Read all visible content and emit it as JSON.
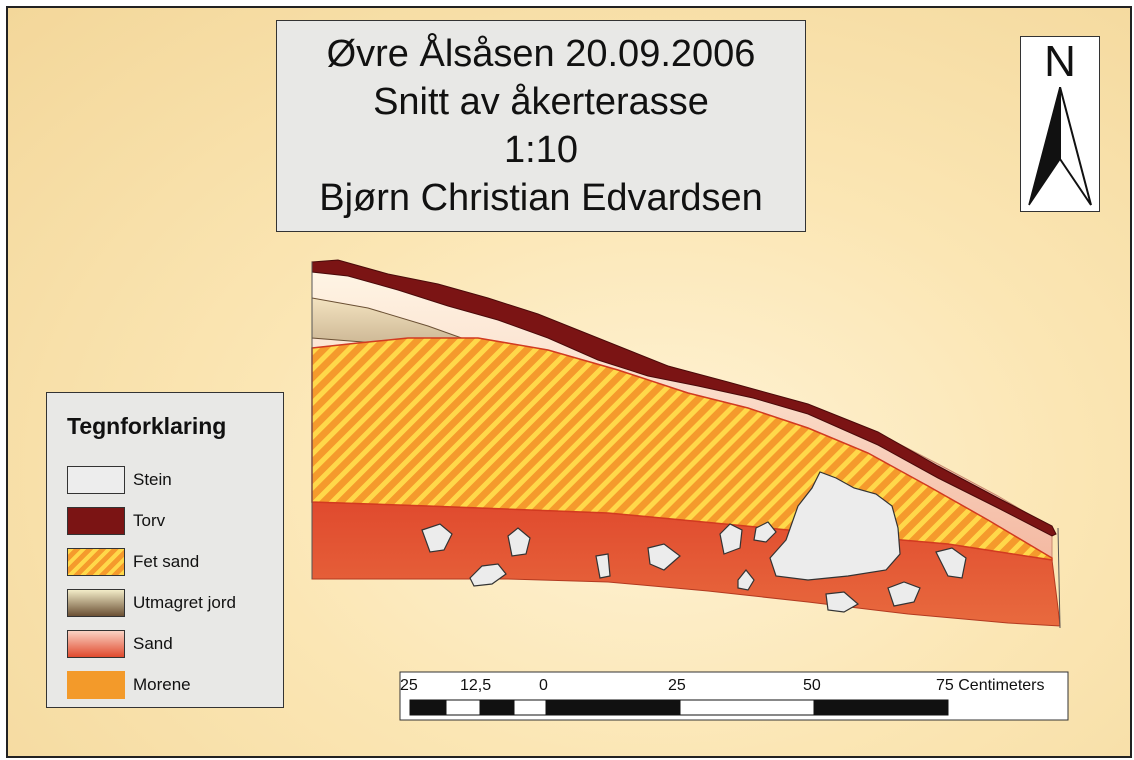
{
  "title": {
    "lines": [
      "Øvre Ålsåsen 20.09.2006",
      "Snitt av åkerterasse",
      "1:10",
      "Bjørn Christian Edvardsen"
    ]
  },
  "north_arrow": {
    "letter": "N"
  },
  "legend": {
    "title": "Tegnforklaring",
    "items": [
      {
        "label": "Stein",
        "icon": "stein-swatch",
        "color": "#ededed"
      },
      {
        "label": "Torv",
        "icon": "torv-swatch",
        "color": "#7b1414"
      },
      {
        "label": "Fet sand",
        "icon": "fet-sand-swatch",
        "color": "#f59a2c",
        "hatch": "#ffd84a"
      },
      {
        "label": "Utmagret jord",
        "icon": "utmagret-jord-swatch",
        "color": "#8a7046"
      },
      {
        "label": "Sand",
        "icon": "sand-swatch",
        "color": "#e2573a"
      },
      {
        "label": "Morene",
        "icon": "morene-swatch",
        "color": "#f39a2a"
      }
    ]
  },
  "scale_bar": {
    "labels": [
      "25",
      "12,5",
      "0",
      "25",
      "50",
      "75 Centimeters"
    ]
  },
  "colors": {
    "background": "#fbe6b4",
    "torv": "#7b1414",
    "fet_sand": "#f59a2c",
    "hatch": "#ffd84a",
    "utmagret_jord": "#8a7046",
    "sand": "#e2573a",
    "stein": "#ededed"
  }
}
